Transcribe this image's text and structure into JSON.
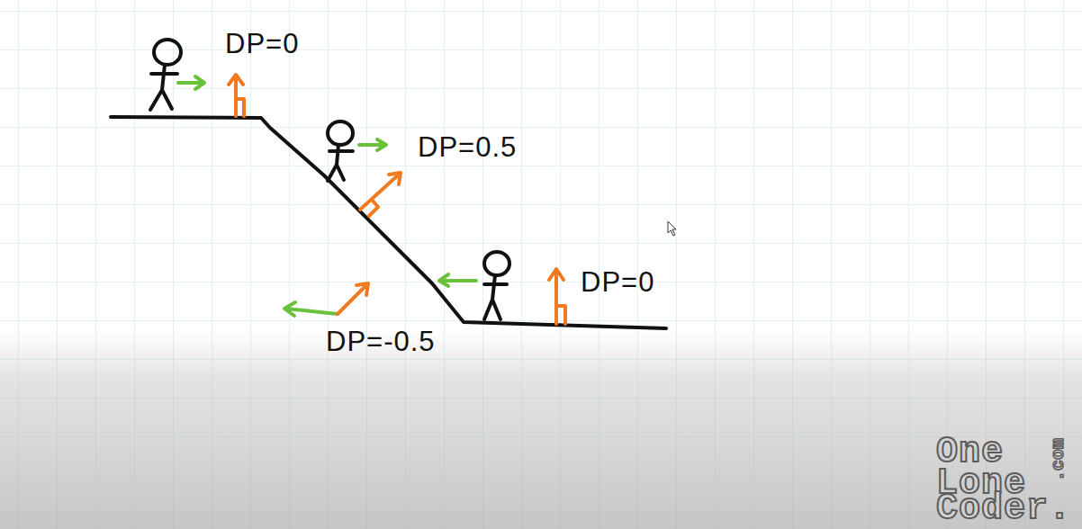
{
  "diagram": {
    "labels": [
      "DP=0",
      "DP=0.5",
      "DP=0",
      "DP=-0.5",
      "One",
      "Lone",
      "Coder.",
      ".com"
    ]
  }
}
